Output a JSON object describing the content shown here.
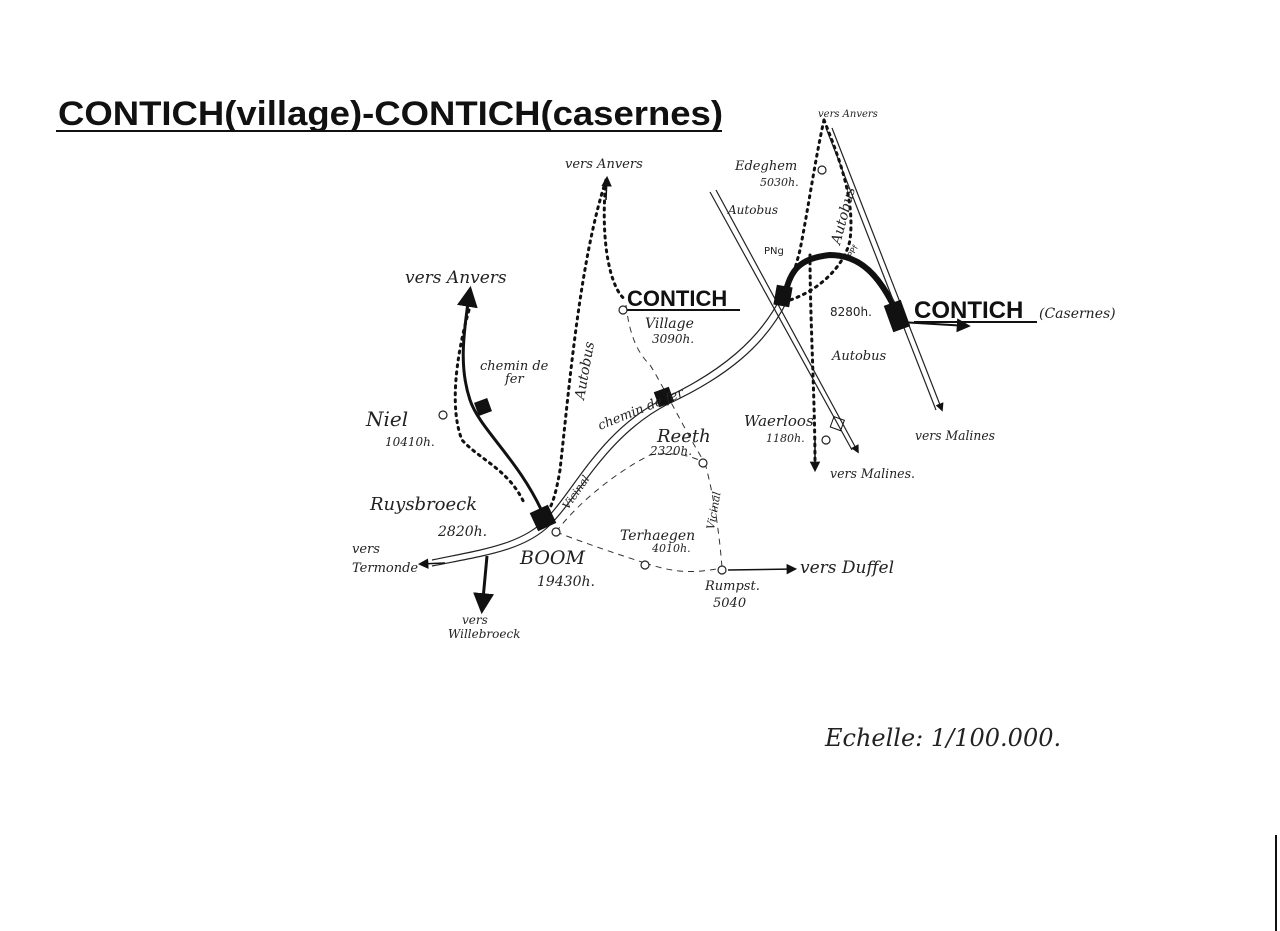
{
  "title": "CONTICH(village)-CONTICH(casernes)",
  "scale_label": "Echelle: 1/100.000.",
  "labels": {
    "vers_anvers_top_right": "vers Anvers",
    "vers_anvers_center": "vers Anvers",
    "vers_anvers_left": "vers Anvers",
    "edeghem": "Edeghem",
    "edeghem_pop": "5030h.",
    "autobus_1": "Autobus",
    "autobus_2": "Autobus",
    "autobus_3": "Autobus",
    "autobus_4": "Autobus",
    "png": "PNg",
    "ppf": "PPf",
    "contich_village": "CONTICH",
    "village": "Village",
    "village_pop": "3090h.",
    "contich_casernes": "CONTICH",
    "casernes": "(Casernes)",
    "casernes_pop": "8280h.",
    "chemin_de_fer_1": "chemin de fer",
    "chemin_de_fer_2": "chemin de fer",
    "niel": "Niel",
    "niel_pop": "10410h.",
    "reeth": "Reeth",
    "reeth_pop": "2320h.",
    "waerloos": "Waerloos",
    "waerloos_pop": "1180h.",
    "vers_malines_1": "vers Malines",
    "vers_malines_2": "vers Malines.",
    "vicinal_1": "Vicinal",
    "vicinal_2": "Vicinal",
    "ruysbroeck": "Ruysbroeck",
    "ruysbroeck_pop": "2820h.",
    "vers_termonde": "vers Termonde",
    "boom": "BOOM",
    "boom_pop": "19430h.",
    "terhaegen": "Terhaegen",
    "terhaegen_pop": "4010h.",
    "rumpst": "Rumpst.",
    "rumpst_pop": "5040",
    "vers_duffel": "vers Duffel",
    "vers_willebroeck": "vers Willebroeck"
  }
}
